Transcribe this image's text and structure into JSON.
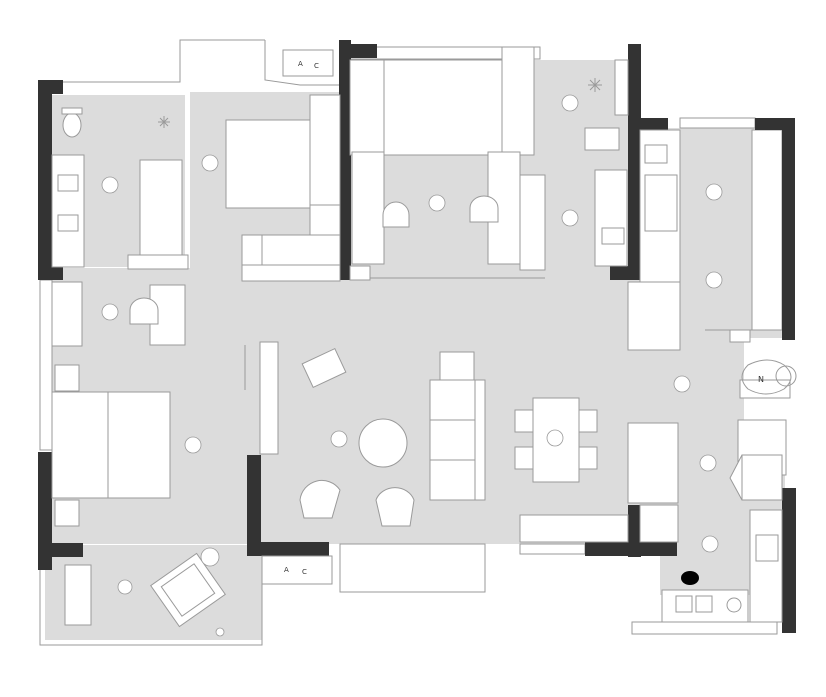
{
  "annotations": {
    "switch_label_top": "A",
    "switch_label_top_2": "C",
    "switch_label_bottom": "A",
    "switch_label_bottom_2": "C",
    "north_label": "N"
  },
  "colors": {
    "floor": "#dcdcdc",
    "wall": "#333333",
    "fixture_stroke": "#9a9a9a",
    "fixture_fill": "#ffffff"
  }
}
